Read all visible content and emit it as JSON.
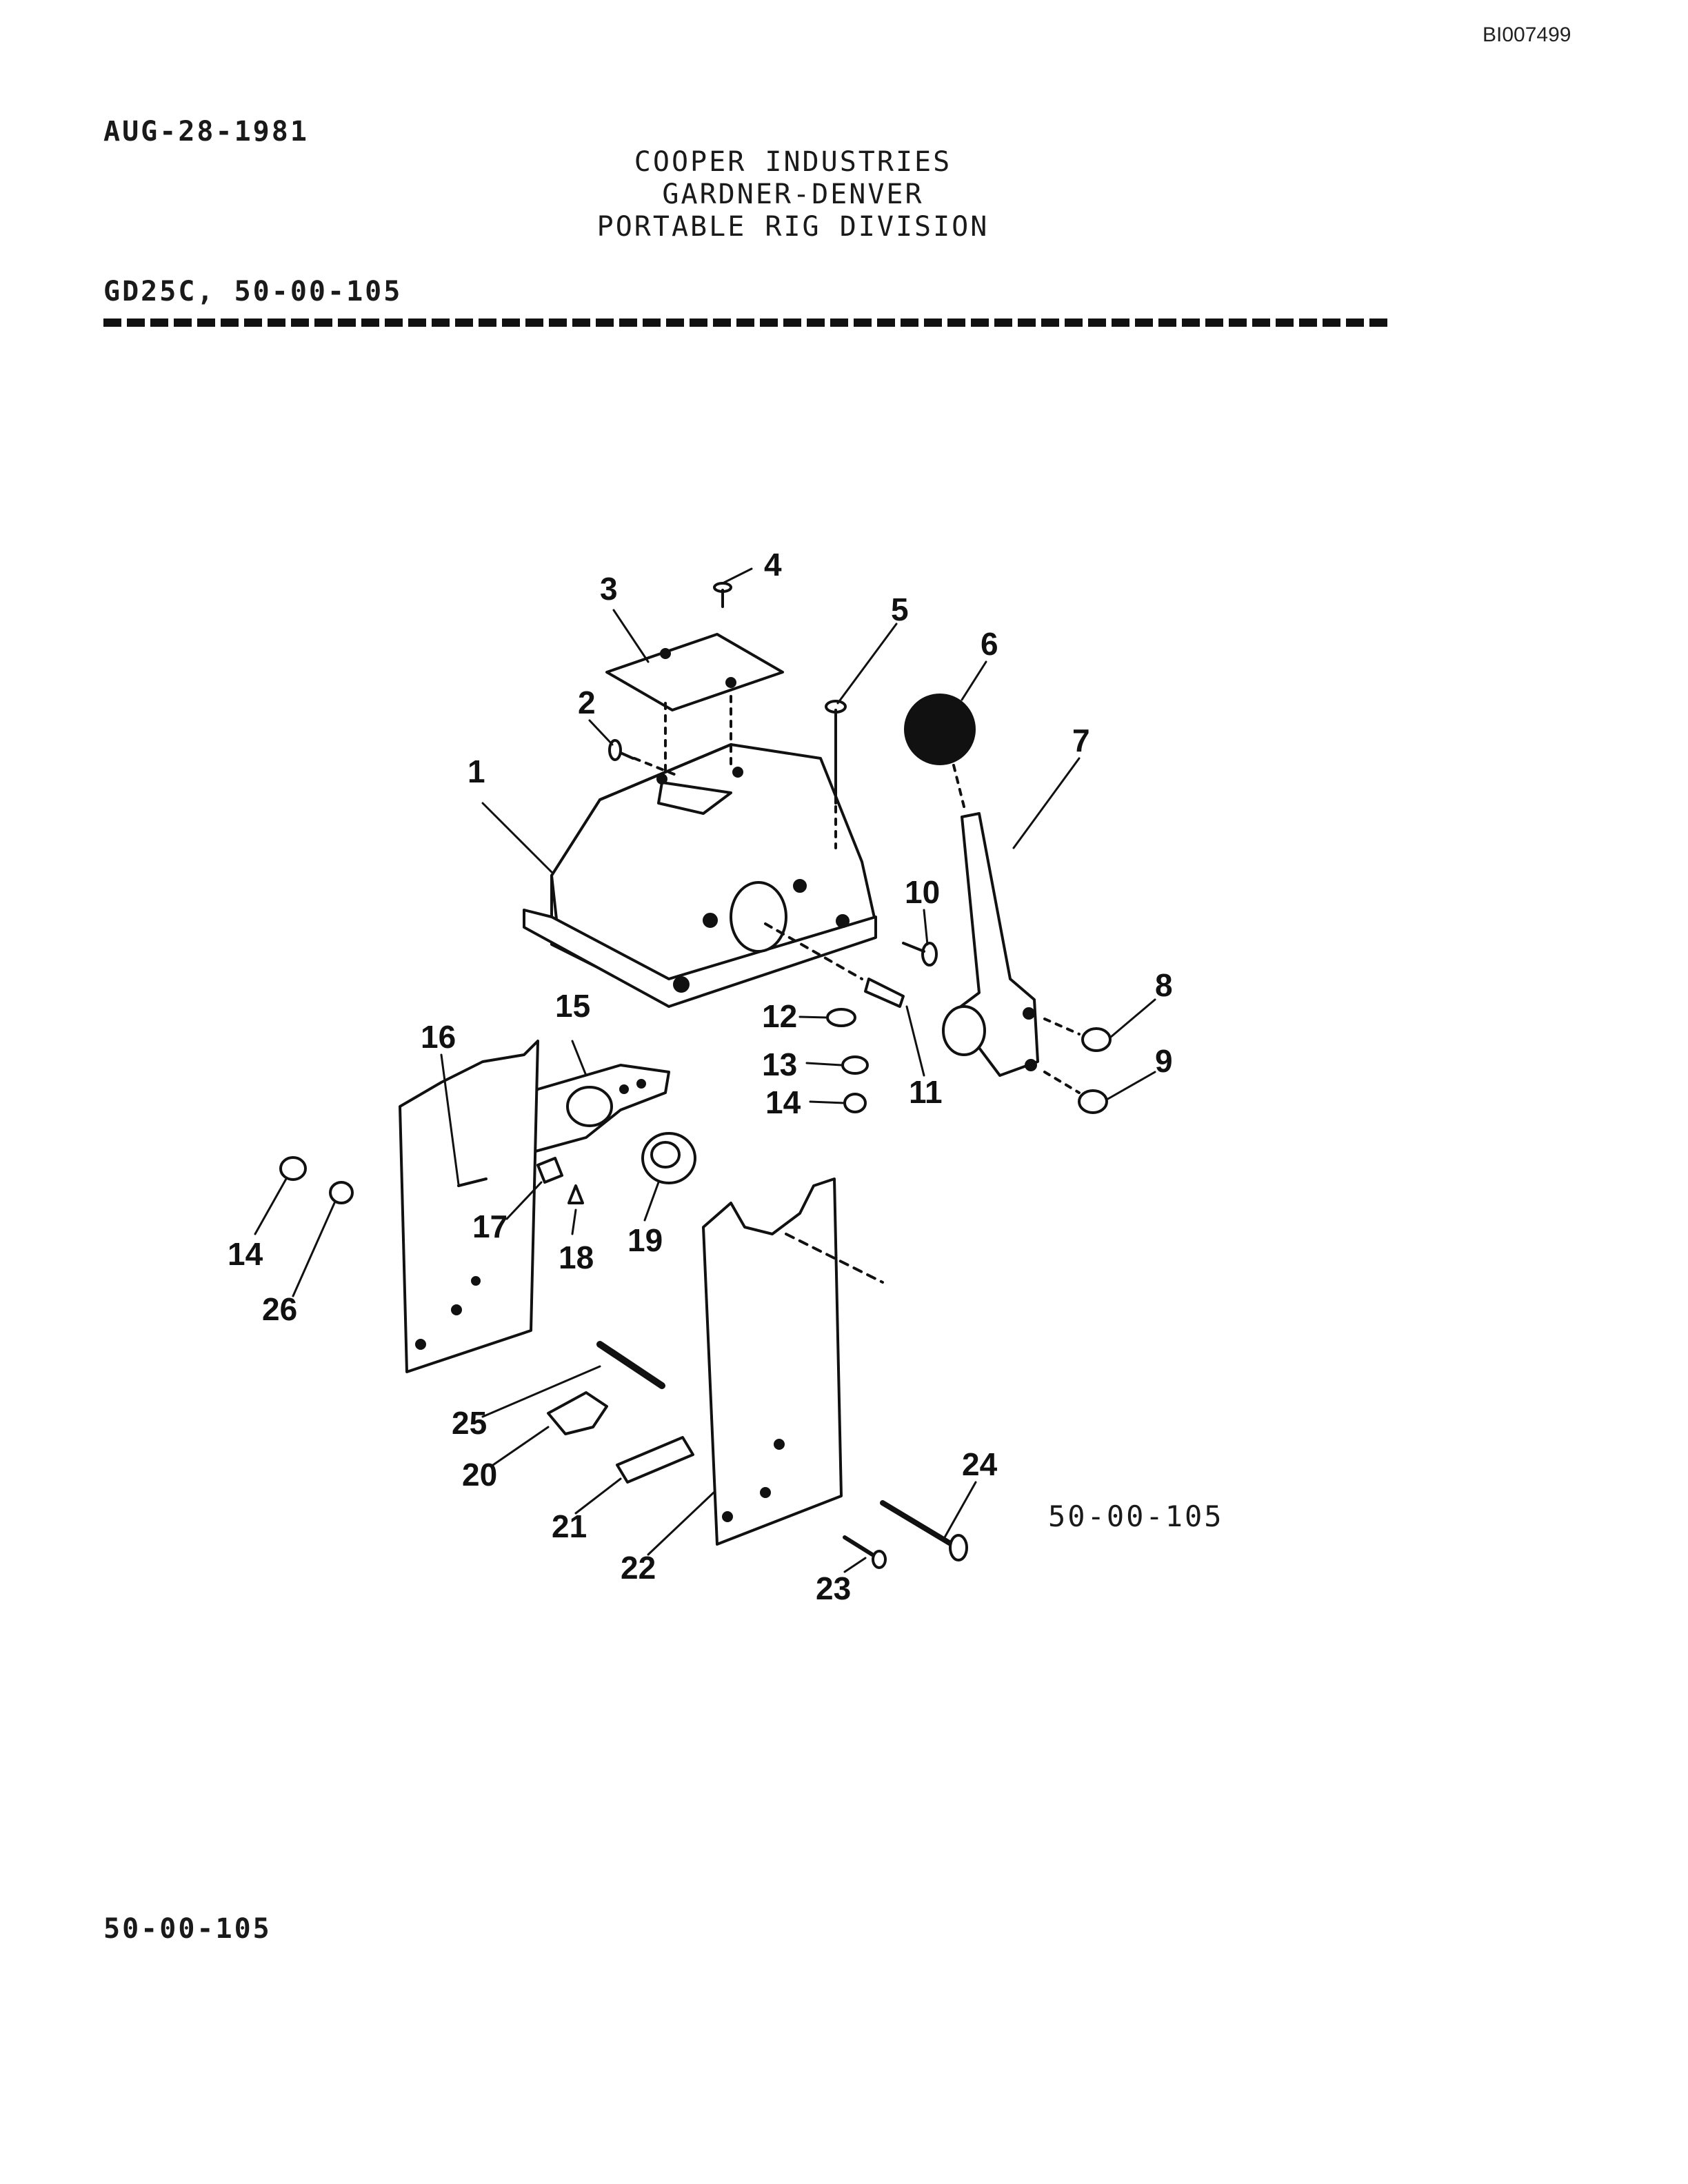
{
  "doc_id": "BI007499",
  "date": "AUG-28-1981",
  "header": {
    "line1": "COOPER INDUSTRIES",
    "line2": "GARDNER-DENVER",
    "line3": "PORTABLE RIG DIVISION"
  },
  "model_line": "GD25C, 50-00-105",
  "figure_ref": "50-00-105",
  "footer_ref": "50-00-105",
  "callouts": {
    "c1": "1",
    "c2": "2",
    "c3": "3",
    "c4": "4",
    "c5": "5",
    "c6": "6",
    "c7": "7",
    "c8": "8",
    "c9": "9",
    "c10": "10",
    "c11": "11",
    "c12": "12",
    "c13": "13",
    "c14a": "14",
    "c14b": "14",
    "c15": "15",
    "c16": "16",
    "c17": "17",
    "c18": "18",
    "c19": "19",
    "c20": "20",
    "c21": "21",
    "c22": "22",
    "c23": "23",
    "c24": "24",
    "c25": "25",
    "c26": "26"
  }
}
